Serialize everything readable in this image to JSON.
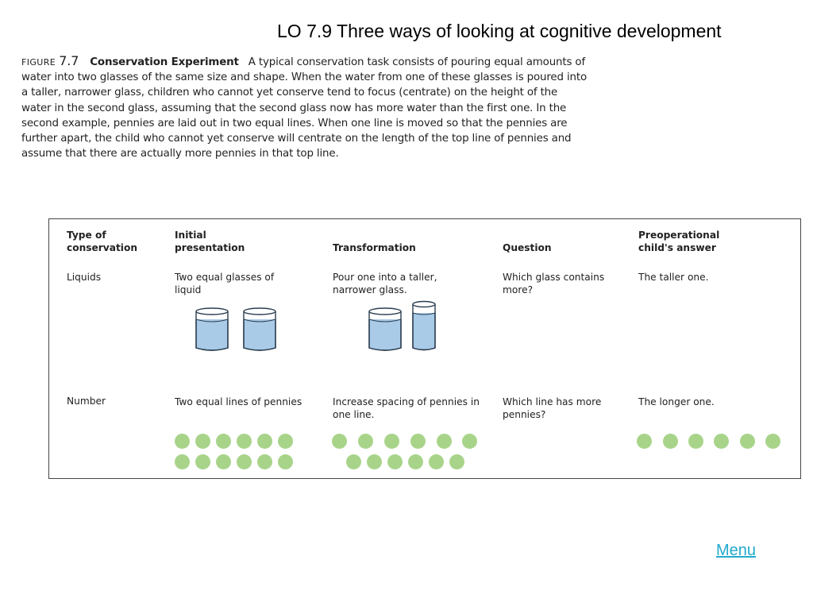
{
  "slide": {
    "title": "LO 7.9 Three ways of looking at cognitive development"
  },
  "figure": {
    "label": "FIGURE",
    "number": "7.7",
    "title": "Conservation Experiment",
    "caption": "A typical conservation task consists of pouring equal amounts of water into two glasses of the same size and shape. When the water from one of these glasses is poured into a taller, narrower glass, children who cannot yet conserve tend to focus (centrate) on the height of the water in the second glass, assuming that the second glass now has more water than the first one. In the second example, pennies are laid out in two equal lines. When one line is moved so that the  pennies are further apart, the child who cannot yet conserve will centrate on the length of the top line of pennies and assume that there are actually more pennies in that top line."
  },
  "table": {
    "headers": {
      "type": "Type of conservation",
      "initial": "Initial presentation",
      "transformation": "Transformation",
      "question": "Question",
      "answer": "Preoperational child's answer"
    },
    "rows": [
      {
        "type": "Liquids",
        "initial": "Two equal glasses of liquid",
        "transformation": "Pour one into a taller, narrower glass.",
        "question": "Which glass contains more?",
        "answer": "The taller one."
      },
      {
        "type": "Number",
        "initial": "Two equal lines of pennies",
        "transformation": "Increase spacing of pennies in one line.",
        "question": "Which line has more pennies?",
        "answer": "The longer one."
      }
    ]
  },
  "colors": {
    "water": "#a9cbe8",
    "glass_outline": "#2c3e50",
    "penny": "#a8d48a",
    "menu_link": "#22aacc"
  },
  "nav": {
    "menu_label": "Menu"
  }
}
